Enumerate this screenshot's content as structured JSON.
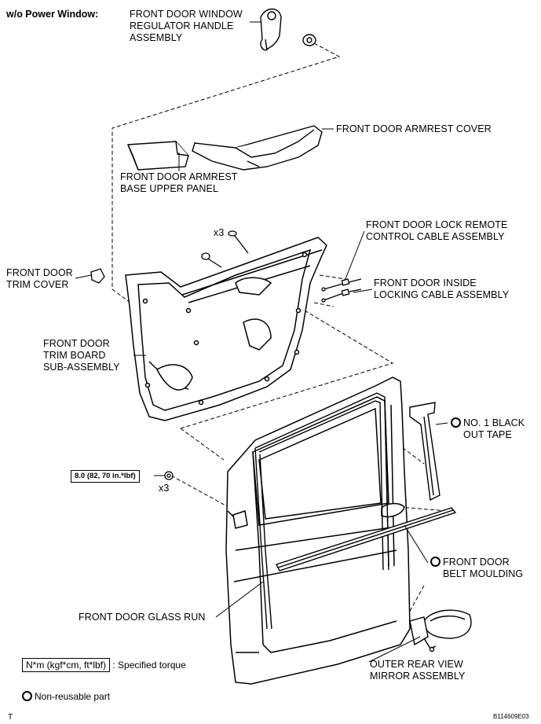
{
  "heading": "w/o Power Window:",
  "labels": {
    "regulator_handle": [
      "FRONT DOOR WINDOW",
      "REGULATOR HANDLE",
      "ASSEMBLY"
    ],
    "armrest_cover": [
      "FRONT DOOR ARMREST COVER"
    ],
    "armrest_base": [
      "FRONT DOOR ARMREST",
      "BASE UPPER PANEL"
    ],
    "lock_remote_cable": [
      "FRONT DOOR LOCK REMOTE",
      "CONTROL CABLE ASSEMBLY"
    ],
    "inside_locking_cable": [
      "FRONT DOOR INSIDE",
      "LOCKING CABLE ASSEMBLY"
    ],
    "trim_cover": [
      "FRONT DOOR",
      "TRIM COVER"
    ],
    "trim_board": [
      "FRONT DOOR",
      "TRIM BOARD",
      "SUB-ASSEMBLY"
    ],
    "black_out_tape": [
      "NO. 1 BLACK",
      "OUT TAPE"
    ],
    "belt_moulding": [
      "FRONT DOOR",
      "BELT MOULDING"
    ],
    "glass_run": [
      "FRONT DOOR GLASS RUN"
    ],
    "rear_view_mirror": [
      "OUTER REAR VIEW",
      "MIRROR ASSEMBLY"
    ]
  },
  "qty_screws": "x3",
  "qty_nuts": "x3",
  "torque_value": "8.0 (82, 70 in.*lbf)",
  "legend": {
    "torque_unit": "N*m (kgf*cm, ft*lbf)",
    "torque_text": ": Specified torque",
    "nonreusable_text": "Non-reusable part"
  },
  "corner_mark": "T",
  "figure_id": "B114609E03"
}
